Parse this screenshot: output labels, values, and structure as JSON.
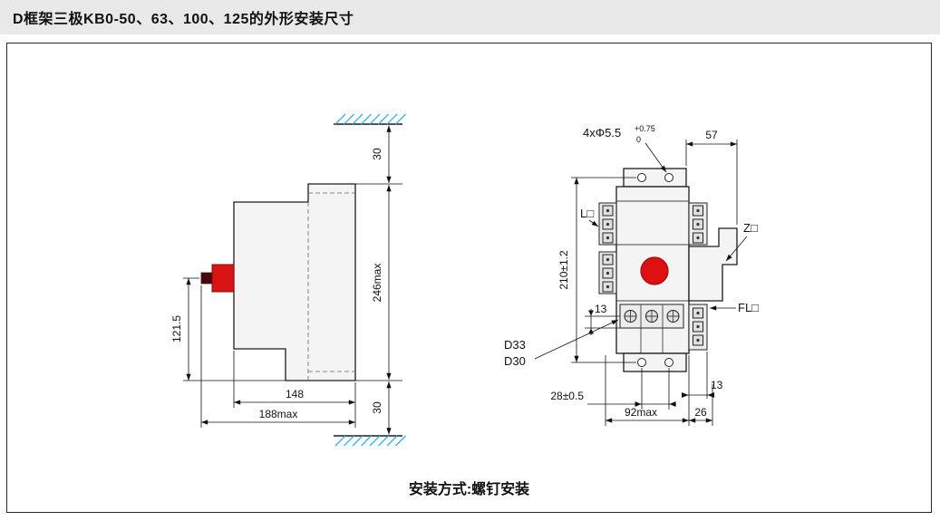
{
  "header": {
    "title": "D框架三极KB0-50、63、100、125的外形安装尺寸"
  },
  "caption": "安装方式:螺钉安装",
  "side_view": {
    "dim_top_clearance": "30",
    "dim_overall_height": "246max",
    "dim_bottom_clearance": "30",
    "dim_handle_center_height": "121.5",
    "dim_body_depth": "148",
    "dim_overall_depth": "188max"
  },
  "front_view": {
    "mounting_holes": "4xΦ5.5",
    "hole_tolerance_upper": "+0.75",
    "hole_tolerance_lower": "0",
    "dim_side_extension": "57",
    "terminal_left": "L□",
    "terminal_right": "Z□",
    "terminal_feedback": "FL□",
    "dim_hole_vertical_spacing": "210±1.2",
    "dim_mid_terminal_offset": "13",
    "model_d33": "D33",
    "model_d30": "D30",
    "dim_hole_horizontal_spacing": "28±0.5",
    "dim_right_terminal_width": "13",
    "dim_body_width": "92max",
    "dim_right_extension_width": "26"
  }
}
